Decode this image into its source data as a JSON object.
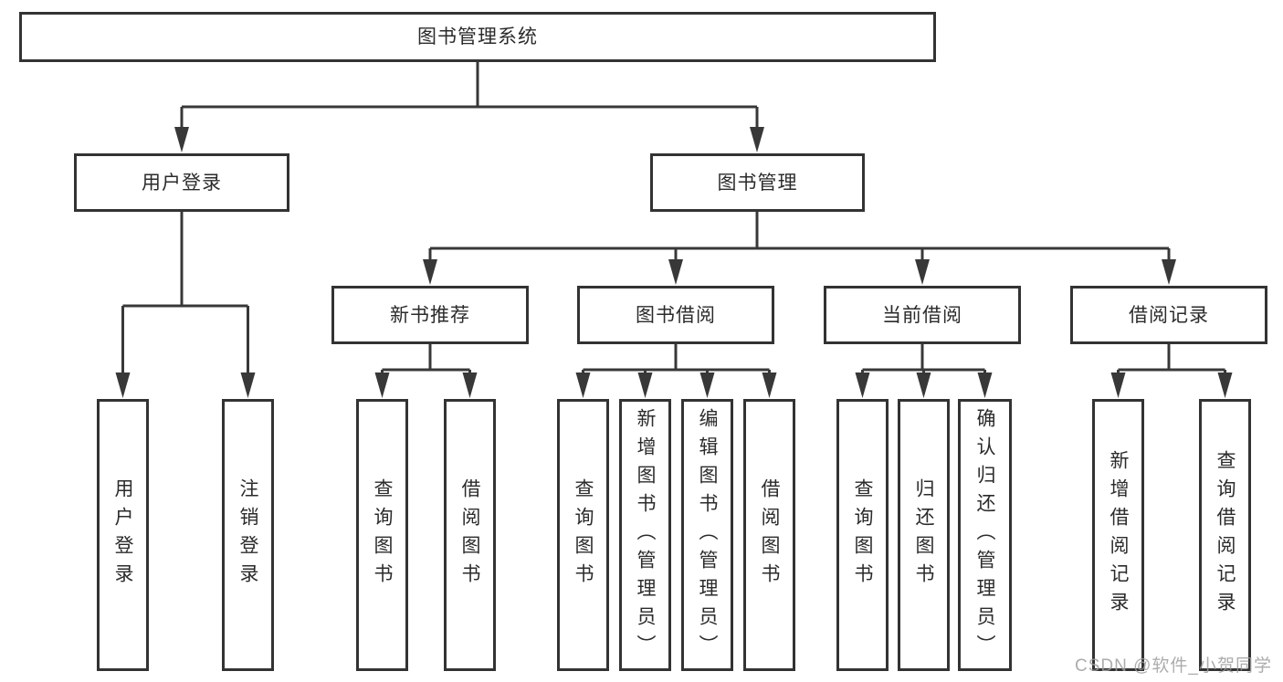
{
  "tree": {
    "label": "图书管理系统",
    "children": [
      {
        "label": "用户登录",
        "children": [
          {
            "label": "用户登录"
          },
          {
            "label": "注销登录"
          }
        ]
      },
      {
        "label": "图书管理",
        "children": [
          {
            "label": "新书推荐",
            "children": [
              {
                "label": "查询图书"
              },
              {
                "label": "借阅图书"
              }
            ]
          },
          {
            "label": "图书借阅",
            "children": [
              {
                "label": "查询图书"
              },
              {
                "label": "新增图书（管理员）"
              },
              {
                "label": "编辑图书（管理员）"
              },
              {
                "label": "借阅图书"
              }
            ]
          },
          {
            "label": "当前借阅",
            "children": [
              {
                "label": "查询图书"
              },
              {
                "label": "归还图书"
              },
              {
                "label": "确认归还（管理员）"
              }
            ]
          },
          {
            "label": "借阅记录",
            "children": [
              {
                "label": "新增借阅记录"
              },
              {
                "label": "查询借阅记录"
              }
            ]
          }
        ]
      }
    ]
  },
  "watermark": "CSDN @软件_小贺同学",
  "colors": {
    "background": "#ffffff",
    "box_border": "#333333",
    "connector_line": "#383838",
    "text": "#2b2b2b",
    "watermark": "#9e9e9e"
  }
}
